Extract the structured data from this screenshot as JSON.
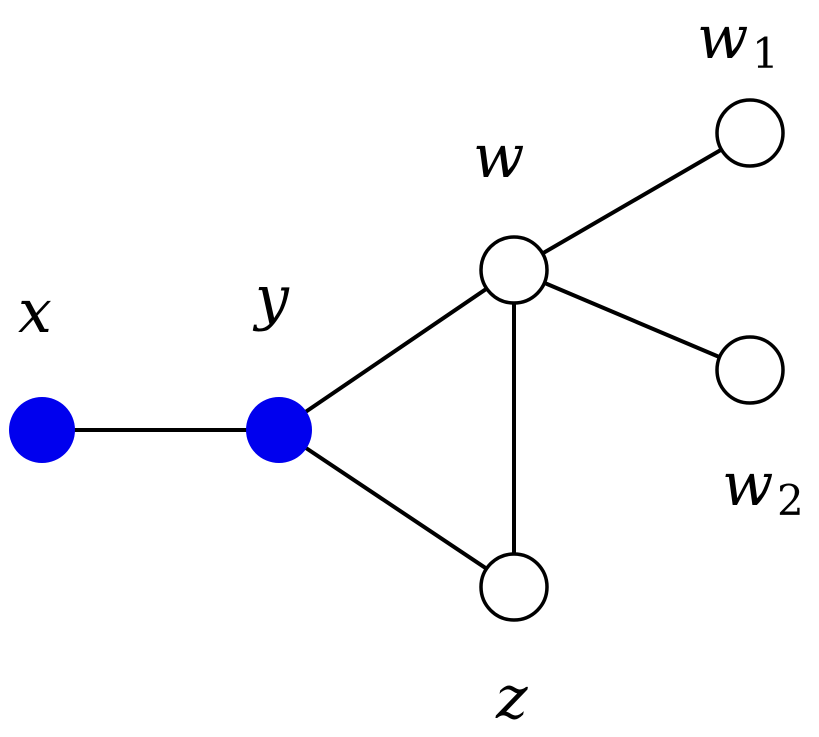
{
  "graph": {
    "nodes": [
      {
        "id": "x",
        "label": "x",
        "filled": true
      },
      {
        "id": "y",
        "label": "y",
        "filled": true
      },
      {
        "id": "w",
        "label": "w",
        "filled": false
      },
      {
        "id": "z",
        "label": "z",
        "filled": false
      },
      {
        "id": "w1",
        "label": "w",
        "subscript": "1",
        "filled": false
      },
      {
        "id": "w2",
        "label": "w",
        "subscript": "2",
        "filled": false
      }
    ],
    "edges": [
      [
        "x",
        "y"
      ],
      [
        "y",
        "w"
      ],
      [
        "y",
        "z"
      ],
      [
        "w",
        "z"
      ],
      [
        "w",
        "w1"
      ],
      [
        "w",
        "w2"
      ]
    ],
    "colors": {
      "filled": "#0000ee",
      "open": "#ffffff",
      "stroke": "#000000"
    }
  }
}
